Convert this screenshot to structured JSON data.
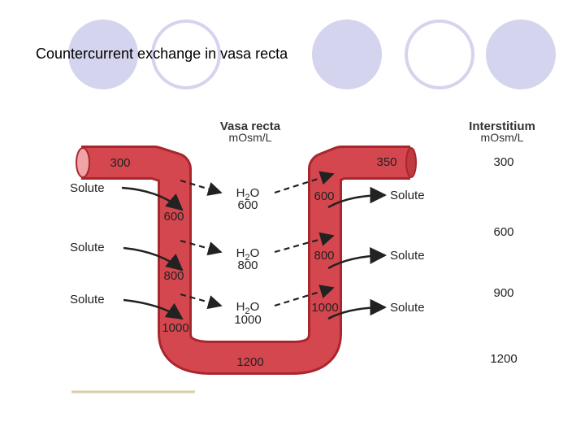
{
  "slide": {
    "title": "Countercurrent exchange in vasa recta"
  },
  "diagram": {
    "vasa_recta_header": "Vasa recta",
    "vasa_recta_unit": "mOsm/L",
    "interstitium_header": "Interstitium",
    "interstitium_unit": "mOsm/L",
    "interstitium_values": [
      "300",
      "600",
      "900",
      "1200"
    ],
    "descending_values": [
      "300",
      "600",
      "800",
      "1000"
    ],
    "bottom_value": "1200",
    "ascending_values": [
      "350",
      "600",
      "800",
      "1000"
    ],
    "water_values": [
      "600",
      "800",
      "1000"
    ],
    "water_label": "H",
    "water_subscript": "2",
    "water_suffix": "O",
    "solute_label": "Solute",
    "vessel_color": "#d5474e",
    "vessel_end_color": "#f0a4a8"
  }
}
